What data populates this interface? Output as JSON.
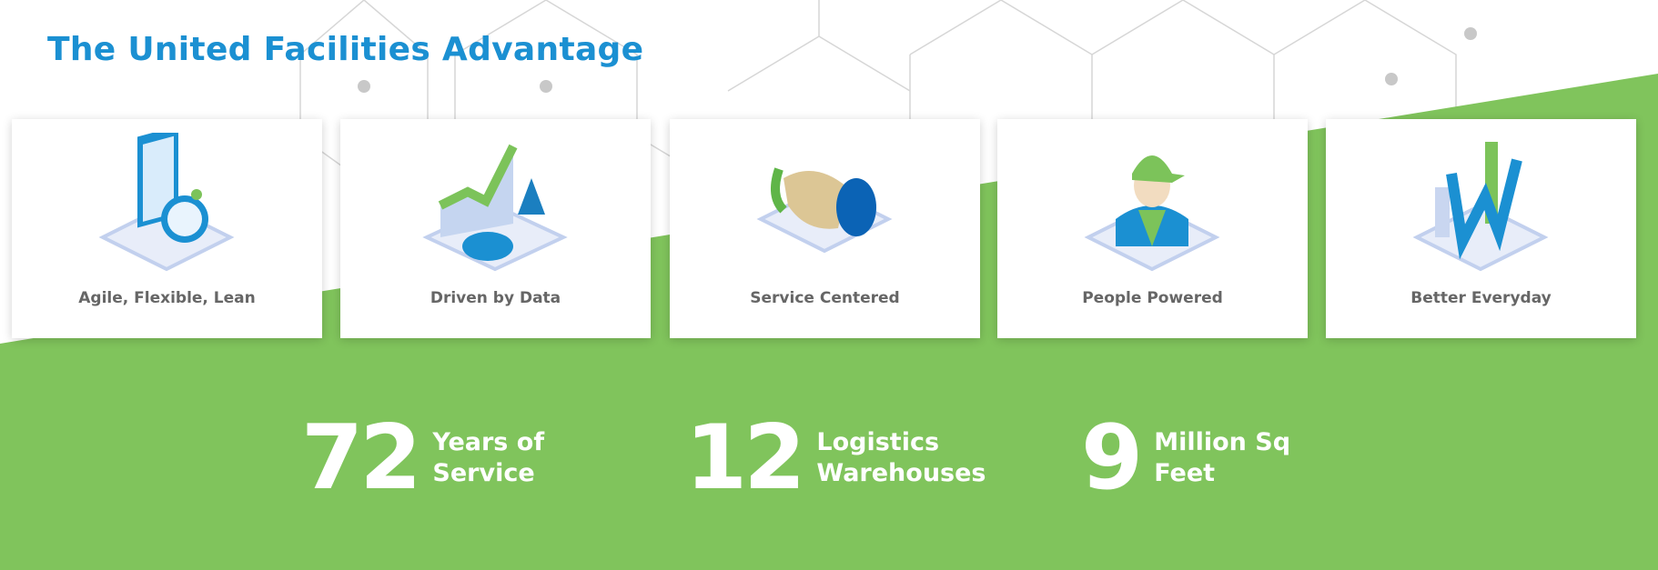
{
  "title": "The United Facilities Advantage",
  "colors": {
    "brand_blue": "#1b90d2",
    "green": "#80c45c",
    "label_gray": "#666666"
  },
  "cards": [
    {
      "label": "Agile, Flexible, Lean",
      "icon": "clipboard-stopwatch-icon"
    },
    {
      "label": "Driven by Data",
      "icon": "data-charts-icon"
    },
    {
      "label": "Service Centered",
      "icon": "handshake-icon"
    },
    {
      "label": "People Powered",
      "icon": "worker-icon"
    },
    {
      "label": "Better Everyday",
      "icon": "growth-chart-icon"
    }
  ],
  "stats": [
    {
      "number": "72",
      "line1": "Years of",
      "line2": "Service"
    },
    {
      "number": "12",
      "line1": "Logistics",
      "line2": "Warehouses"
    },
    {
      "number": "9",
      "line1": "Million Sq",
      "line2": "Feet"
    }
  ]
}
